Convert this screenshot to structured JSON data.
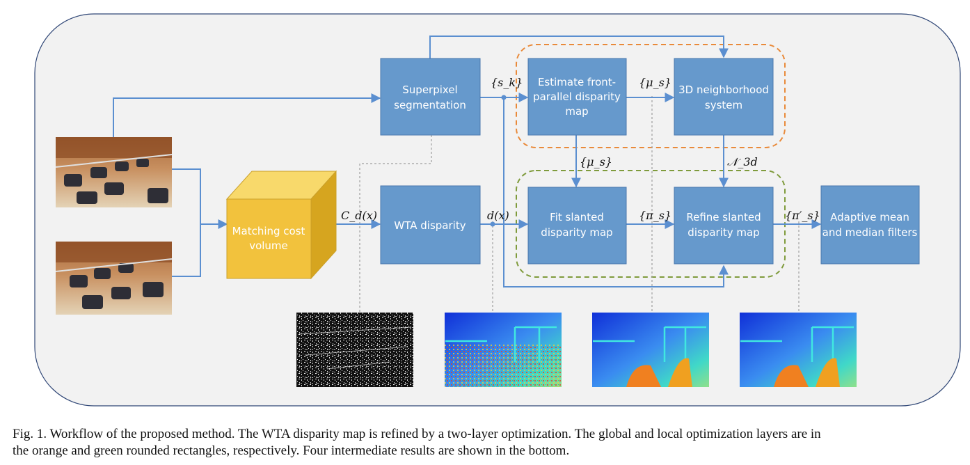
{
  "colors": {
    "panel_bg": "#f2f2f2",
    "panel_border": "#2f4676",
    "box_fill": "#6699cc",
    "box_border": "#4a78ad",
    "arrow": "#5b8fd0",
    "cube_front": "#f2c23d",
    "cube_top": "#f8d96b",
    "cube_side": "#d6a51f",
    "orange_group": "#e98a3a",
    "green_group": "#7f9b3c",
    "dotted": "#a0a0a0"
  },
  "boxes": {
    "superpixel": [
      "Superpixel",
      "segmentation"
    ],
    "wta": [
      "WTA disparity"
    ],
    "estimate": [
      "Estimate front-",
      "parallel disparity",
      "map"
    ],
    "neighborhood": [
      "3D neighborhood",
      "system"
    ],
    "fit": [
      "Fit slanted",
      "disparity map"
    ],
    "refine": [
      "Refine slanted",
      "disparity map"
    ],
    "adaptive": [
      "Adaptive mean",
      "and median filters"
    ],
    "matching": [
      "Matching cost",
      "volume"
    ]
  },
  "labels": {
    "sk": "{s_k}",
    "mu_top": "{μ_s}",
    "mu_mid": "{μ_s}",
    "n3d": "𝒩_3d",
    "cd": "C_d(x)",
    "dx": "d(x)",
    "pi": "{π_s}",
    "pi_prime": "{π′_s}"
  },
  "icons": [
    "stereo-left-image",
    "stereo-right-image",
    "cost-texture-result",
    "wta-disparity-result",
    "fit-disparity-result",
    "refined-disparity-result"
  ],
  "caption": {
    "line1": "Fig. 1.   Workflow of the proposed method. The WTA disparity map is refined by a two-layer optimization. The global and local optimization layers are in",
    "line2": "the orange and green rounded rectangles, respectively. Four intermediate results are shown in the bottom."
  }
}
